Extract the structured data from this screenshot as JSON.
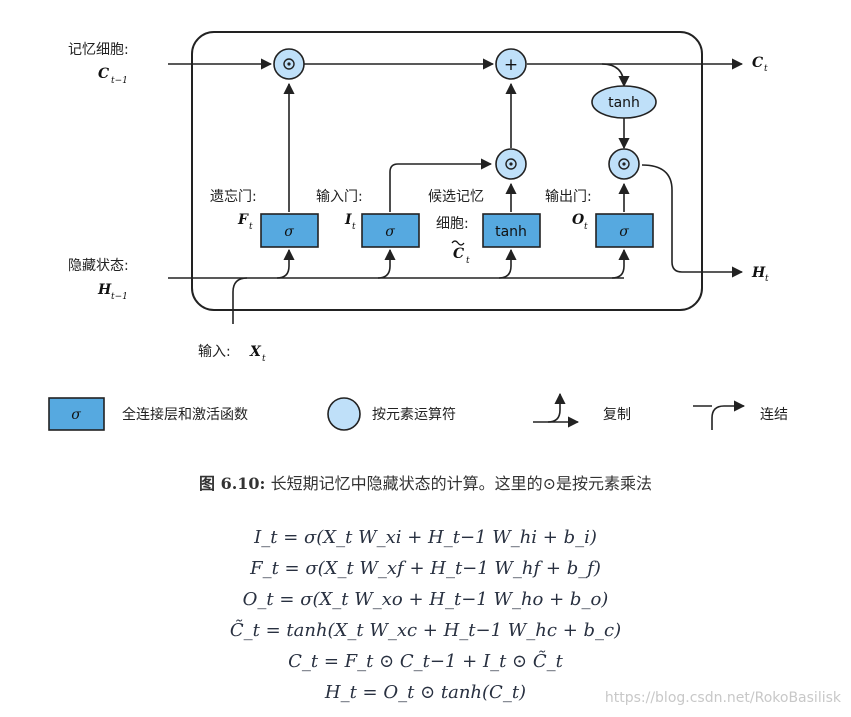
{
  "diagram": {
    "memory_cell_label": "记忆细胞:",
    "hidden_state_label": "隐藏状态:",
    "forget_gate_label": "遗忘门:",
    "input_gate_label": "输入门:",
    "candidate_label_1": "候选记忆",
    "candidate_label_2": "细胞:",
    "output_gate_label": "输出门:",
    "input_label": "输入:",
    "var_c": "C",
    "var_h": "H",
    "var_f": "F",
    "var_i": "I",
    "var_o": "O",
    "var_x": "X",
    "sub_t": "t",
    "sub_tm1": "t−1",
    "sigma": "σ",
    "tanh": "tanh",
    "plus": "+",
    "odot": "⊙"
  },
  "legend": {
    "fc_layer": "全连接层和激活函数",
    "elementwise": "按元素运算符",
    "copy": "复制",
    "concat": "连结"
  },
  "caption": {
    "number": "图 6.10:",
    "text": "长短期记忆中隐藏状态的计算。这里的⊙是按元素乘法"
  },
  "equations": [
    "I_t = σ(X_t W_xi + H_t−1 W_hi + b_i)",
    "F_t = σ(X_t W_xf + H_t−1 W_hf + b_f)",
    "O_t = σ(X_t W_xo + H_t−1 W_ho + b_o)",
    "C̃_t = tanh(X_t W_xc + H_t−1 W_hc + b_c)",
    "C_t = F_t ⊙ C_t−1 + I_t ⊙ C̃_t",
    "H_t = O_t ⊙ tanh(C_t)"
  ],
  "watermark": "https://blog.csdn.net/RokoBasilisk",
  "colors": {
    "box_fill": "#56a9e0",
    "circle_fill": "#bfe0f9",
    "stroke": "#222222"
  }
}
